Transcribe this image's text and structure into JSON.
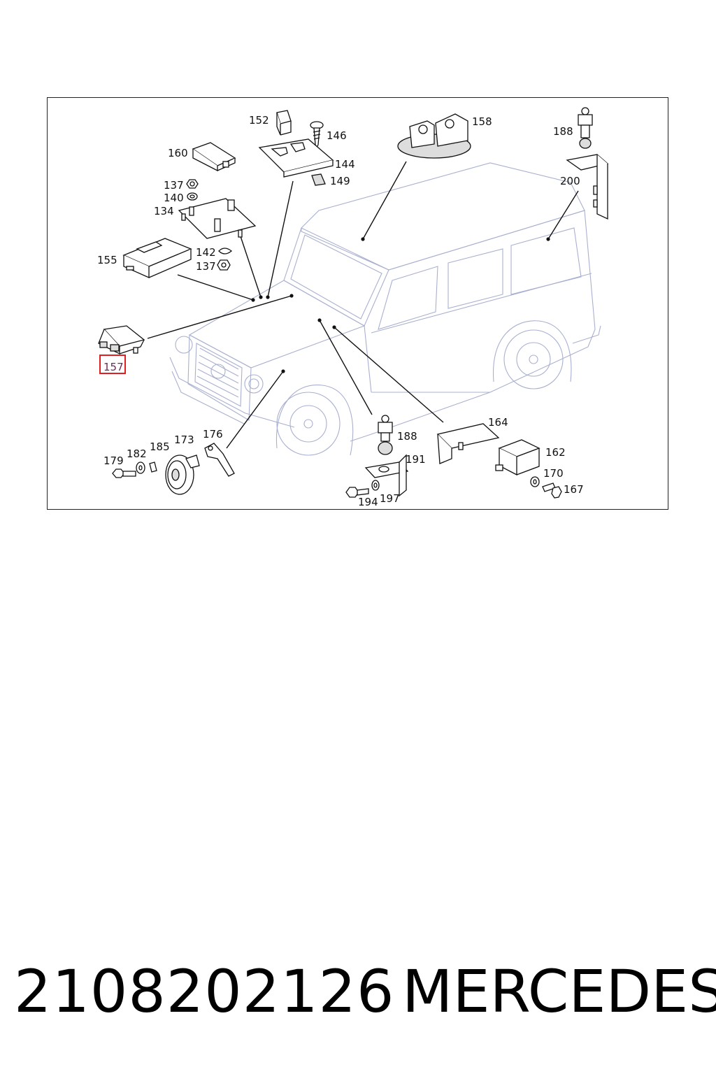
{
  "diagram": {
    "labels": {
      "l152": "152",
      "l146": "146",
      "l144": "144",
      "l149": "149",
      "l160": "160",
      "l137a": "137",
      "l140": "140",
      "l134": "134",
      "l155": "155",
      "l142": "142",
      "l137b": "137",
      "l157": "157",
      "l158": "158",
      "l188a": "188",
      "l200": "200",
      "l179": "179",
      "l182": "182",
      "l185": "185",
      "l173": "173",
      "l176": "176",
      "l188b": "188",
      "l191": "191",
      "l194": "194",
      "l197": "197",
      "l164": "164",
      "l162": "162",
      "l170": "170",
      "l167": "167"
    },
    "highlighted_label": "157",
    "highlight_color": "#e02020"
  },
  "caption": {
    "part_number": "2108202126",
    "brand": "MERCEDES"
  }
}
